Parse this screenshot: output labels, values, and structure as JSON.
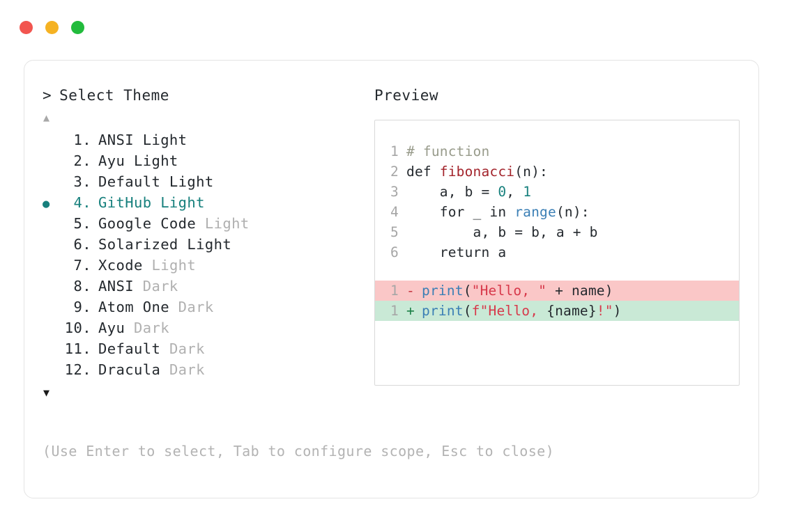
{
  "window": {
    "dots": [
      {
        "name": "close",
        "color": "#f2554f"
      },
      {
        "name": "minimize",
        "color": "#f5b223"
      },
      {
        "name": "zoom",
        "color": "#22bb3c"
      }
    ]
  },
  "selector": {
    "prompt_caret": ">",
    "title": "Select Theme",
    "scroll_up_icon": "▲",
    "scroll_down_icon": "▼",
    "selected_bullet": "●",
    "selected_index": 4,
    "items": [
      {
        "index": "1.",
        "name": "ANSI Light",
        "variant": "",
        "selected": false
      },
      {
        "index": "2.",
        "name": "Ayu Light",
        "variant": "",
        "selected": false
      },
      {
        "index": "3.",
        "name": "Default Light",
        "variant": "",
        "selected": false
      },
      {
        "index": "4.",
        "name": "GitHub Light",
        "variant": "",
        "selected": true
      },
      {
        "index": "5.",
        "name": "Google Code",
        "variant": "Light",
        "selected": false
      },
      {
        "index": "6.",
        "name": "Solarized Light",
        "variant": "",
        "selected": false
      },
      {
        "index": "7.",
        "name": "Xcode",
        "variant": "Light",
        "selected": false
      },
      {
        "index": "8.",
        "name": "ANSI",
        "variant": "Dark",
        "selected": false
      },
      {
        "index": "9.",
        "name": "Atom One",
        "variant": "Dark",
        "selected": false
      },
      {
        "index": "10.",
        "name": "Ayu",
        "variant": "Dark",
        "selected": false
      },
      {
        "index": "11.",
        "name": "Default",
        "variant": "Dark",
        "selected": false
      },
      {
        "index": "12.",
        "name": "Dracula",
        "variant": "Dark",
        "selected": false
      }
    ]
  },
  "preview": {
    "label": "Preview",
    "code_lines": [
      {
        "ln": "1",
        "tokens": [
          {
            "t": "# function",
            "c": "tok-comment"
          }
        ]
      },
      {
        "ln": "2",
        "tokens": [
          {
            "t": "def ",
            "c": "tok-kw"
          },
          {
            "t": "fibonacci",
            "c": "tok-fn"
          },
          {
            "t": "(n):",
            "c": "tok-punct"
          }
        ]
      },
      {
        "ln": "3",
        "tokens": [
          {
            "t": "    a, b = ",
            "c": "tok-plain"
          },
          {
            "t": "0",
            "c": "tok-num"
          },
          {
            "t": ", ",
            "c": "tok-plain"
          },
          {
            "t": "1",
            "c": "tok-num"
          }
        ]
      },
      {
        "ln": "4",
        "tokens": [
          {
            "t": "    for _ in ",
            "c": "tok-plain"
          },
          {
            "t": "range",
            "c": "tok-builtin"
          },
          {
            "t": "(n):",
            "c": "tok-punct"
          }
        ]
      },
      {
        "ln": "5",
        "tokens": [
          {
            "t": "        a, b = b, a + b",
            "c": "tok-plain"
          }
        ]
      },
      {
        "ln": "6",
        "tokens": [
          {
            "t": "    return a",
            "c": "tok-plain"
          }
        ]
      }
    ],
    "diff_lines": [
      {
        "ln": "1",
        "sign": "-",
        "kind": "del",
        "tokens": [
          {
            "t": "print",
            "c": "tok-call"
          },
          {
            "t": "(",
            "c": "tok-punct"
          },
          {
            "t": "\"Hello, \"",
            "c": "tok-str"
          },
          {
            "t": " + name)",
            "c": "tok-plain"
          }
        ]
      },
      {
        "ln": "1",
        "sign": "+",
        "kind": "add",
        "tokens": [
          {
            "t": "print",
            "c": "tok-call"
          },
          {
            "t": "(",
            "c": "tok-punct"
          },
          {
            "t": "f\"Hello, ",
            "c": "tok-str"
          },
          {
            "t": "{name}",
            "c": "tok-plain"
          },
          {
            "t": "!\"",
            "c": "tok-str"
          },
          {
            "t": ")",
            "c": "tok-punct"
          }
        ]
      }
    ]
  },
  "footer": {
    "hint": "(Use Enter to select, Tab to configure scope, Esc to close)"
  },
  "colors": {
    "accent_teal": "#17807d",
    "diff_del_bg": "#fac7c7",
    "diff_add_bg": "#c9e9d6",
    "text": "#24292e",
    "dim": "#b0b0b0"
  }
}
